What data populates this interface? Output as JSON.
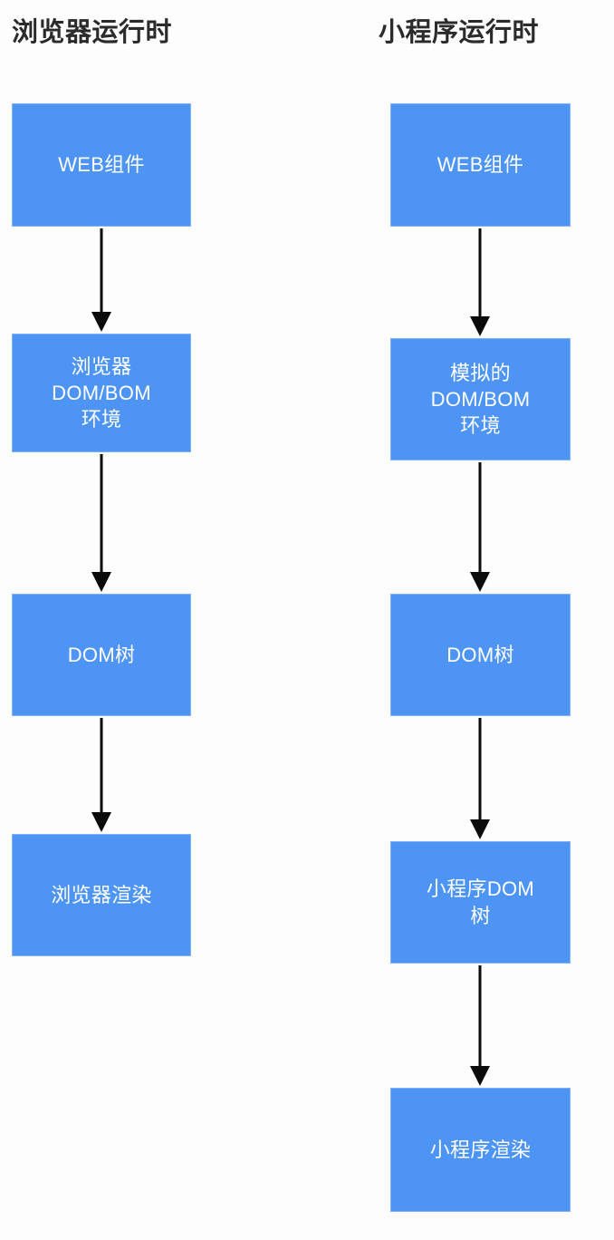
{
  "diagram": {
    "type": "flowchart",
    "background_color": "#fdfdfd",
    "node_fill_color": "#4e94f5",
    "node_border_color": "#7fb2f8",
    "node_text_color": "#ffffff",
    "arrow_color": "#0b0b0b",
    "title_color": "#2b2b2b",
    "columns": [
      {
        "id": "browser-runtime",
        "title": "浏览器运行时",
        "nodes": [
          {
            "id": "web-component",
            "label": "WEB组件"
          },
          {
            "id": "browser-dom-bom-env",
            "label": "浏览器\nDOM/BOM\n环境"
          },
          {
            "id": "dom-tree",
            "label": "DOM树"
          },
          {
            "id": "browser-render",
            "label": "浏览器渲染"
          }
        ],
        "arrow_count": 3
      },
      {
        "id": "miniprogram-runtime",
        "title": "小程序运行时",
        "nodes": [
          {
            "id": "web-component",
            "label": "WEB组件"
          },
          {
            "id": "simulated-dom-bom-env",
            "label": "模拟的\nDOM/BOM\n环境"
          },
          {
            "id": "dom-tree",
            "label": "DOM树"
          },
          {
            "id": "miniprogram-dom-tree",
            "label": "小程序DOM\n树"
          },
          {
            "id": "miniprogram-render",
            "label": "小程序渲染"
          }
        ],
        "arrow_count": 4
      }
    ]
  }
}
